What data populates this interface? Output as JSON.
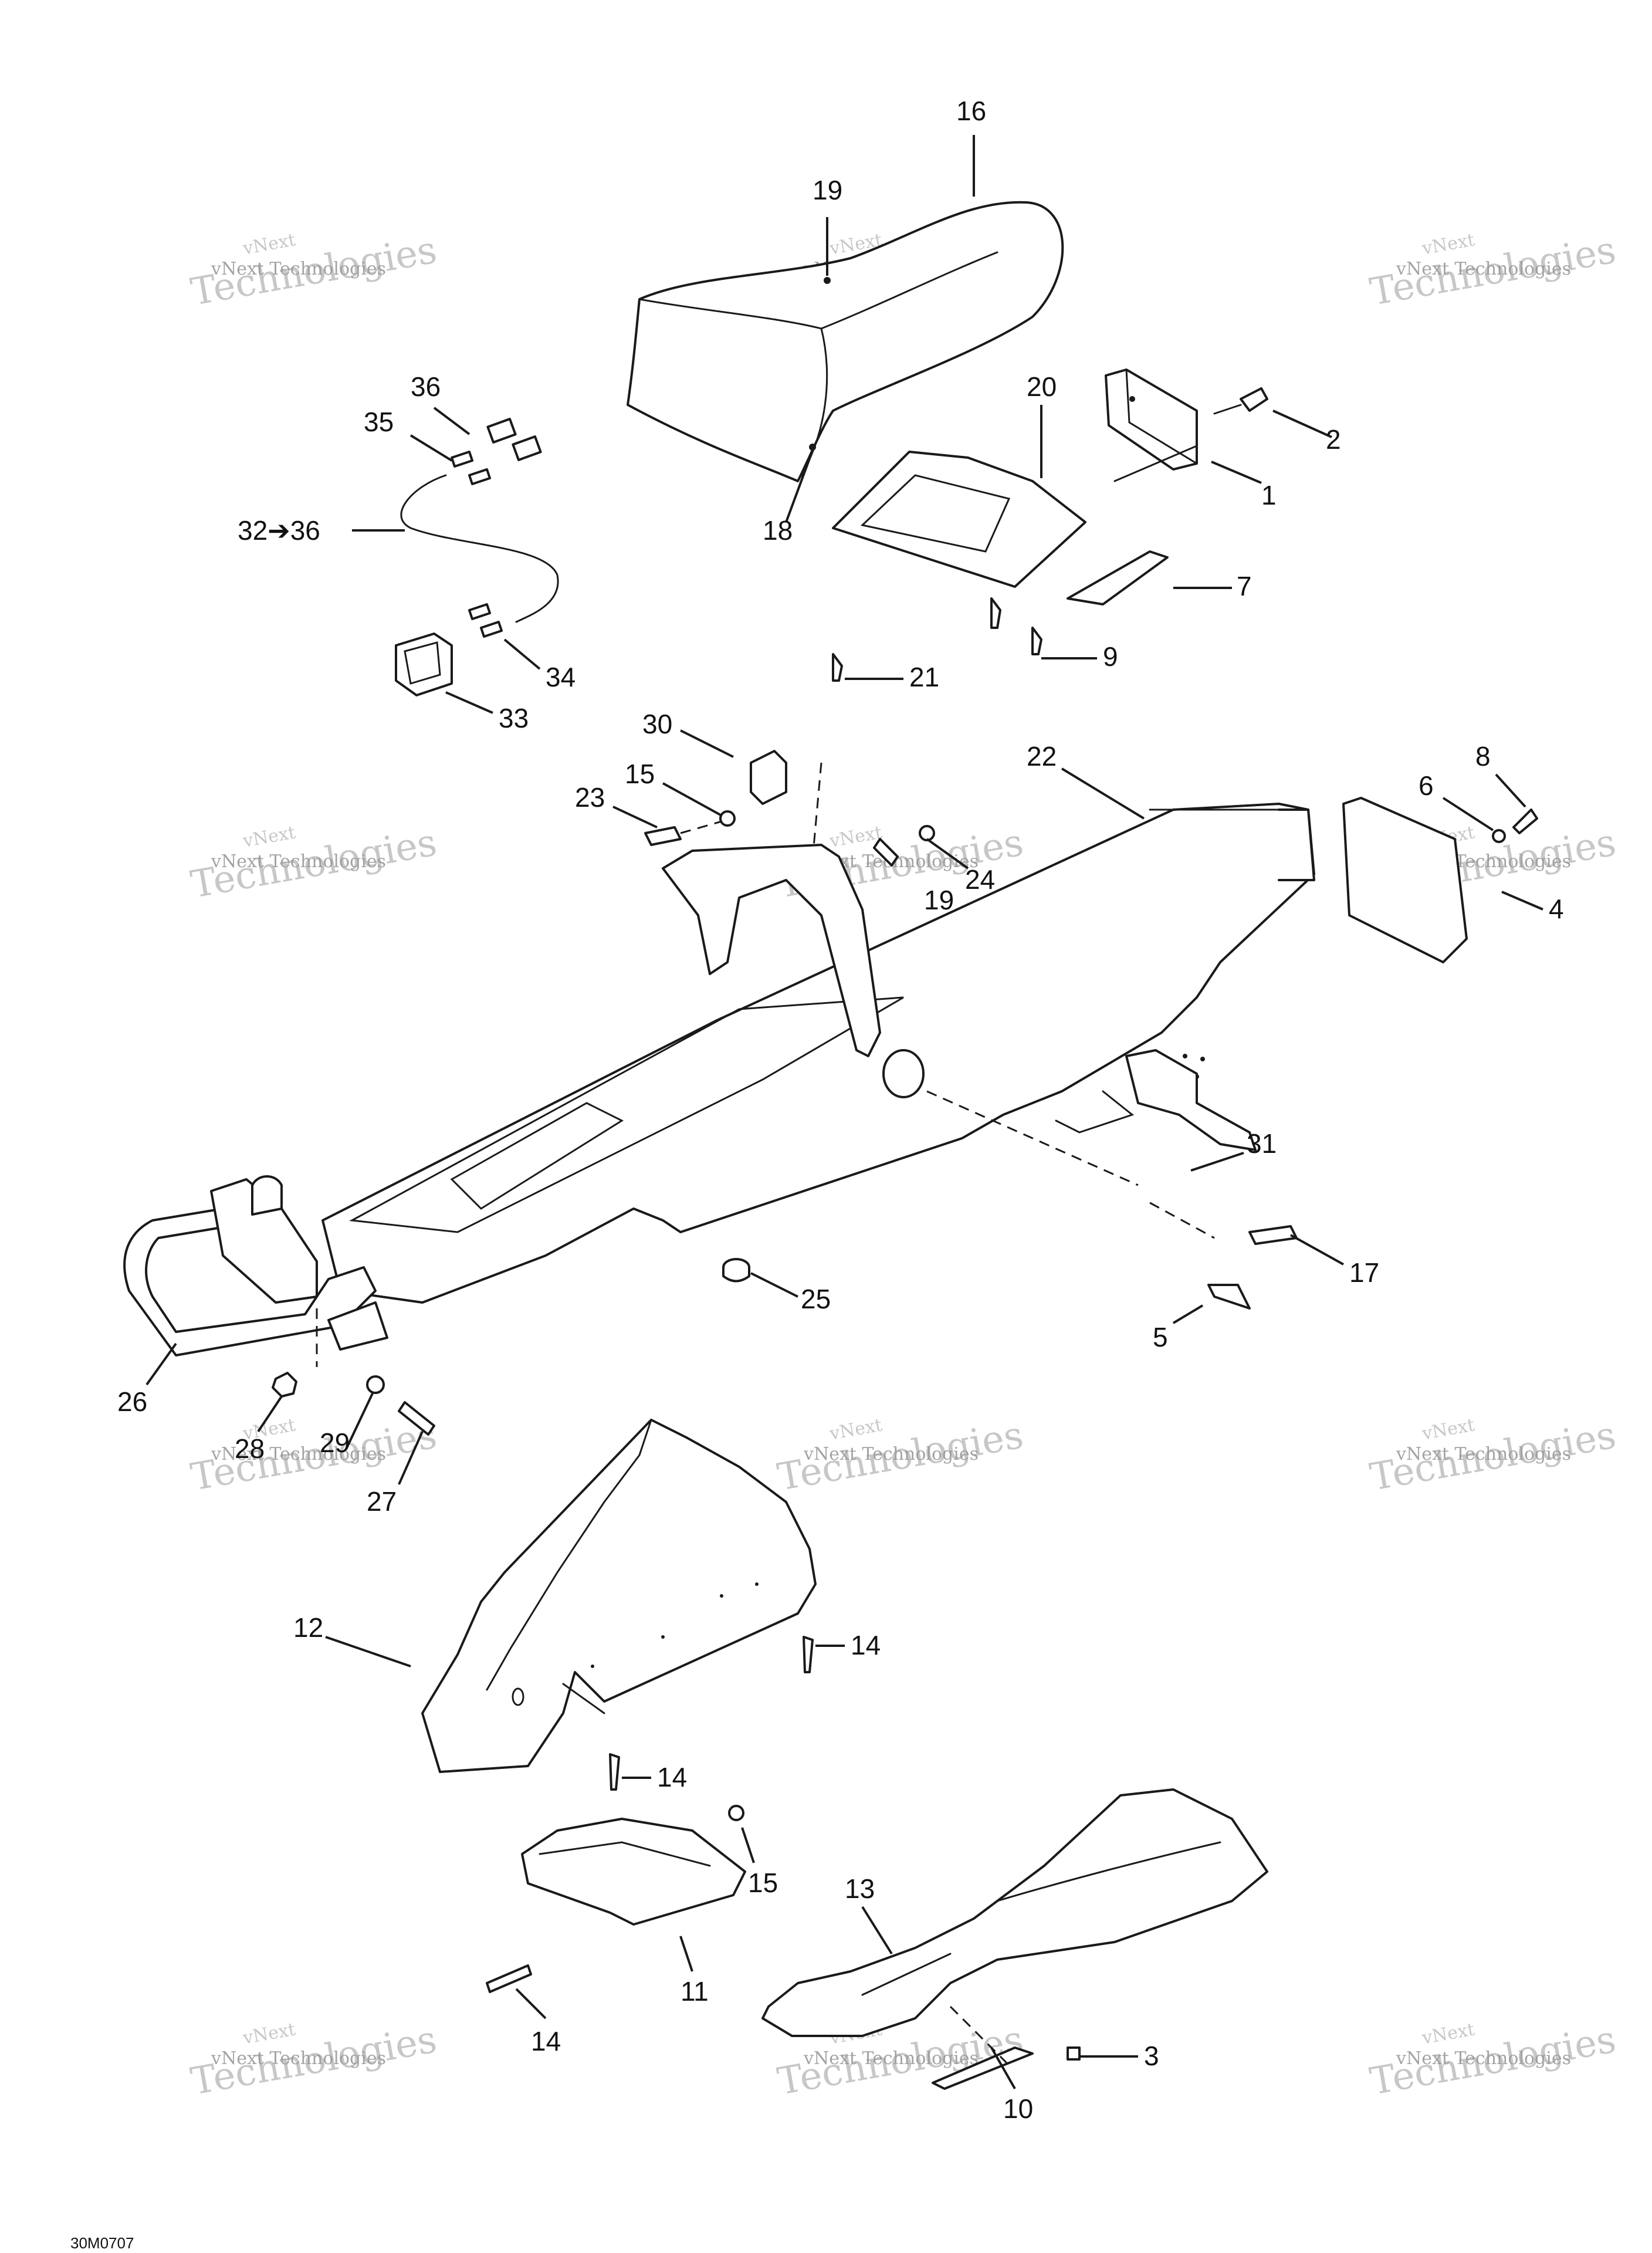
{
  "diagram": {
    "callouts": {
      "c16": "16",
      "c19": "19",
      "c36": "36",
      "c35": "35",
      "c32": "32➔36",
      "c20": "20",
      "c2": "2",
      "c1": "1",
      "c18": "18",
      "c7": "7",
      "c9": "9",
      "c21": "21",
      "c34": "34",
      "c33": "33",
      "c30": "30",
      "c15a": "15",
      "c23": "23",
      "c24": "24",
      "c19b": "19",
      "c22": "22",
      "c8": "8",
      "c6": "6",
      "c4": "4",
      "c31": "31",
      "c17": "17",
      "c25": "25",
      "c5": "5",
      "c26": "26",
      "c28": "28",
      "c29": "29",
      "c27": "27",
      "c12": "12",
      "c14a": "14",
      "c14b": "14",
      "c15b": "15",
      "c13": "13",
      "c14c": "14",
      "c11": "11",
      "c3": "3",
      "c10": "10"
    },
    "watermark_small": "vNext Technologies",
    "watermark_big": "Technologies",
    "watermark_top": "vNext",
    "drawing_ref": "30M0707"
  }
}
